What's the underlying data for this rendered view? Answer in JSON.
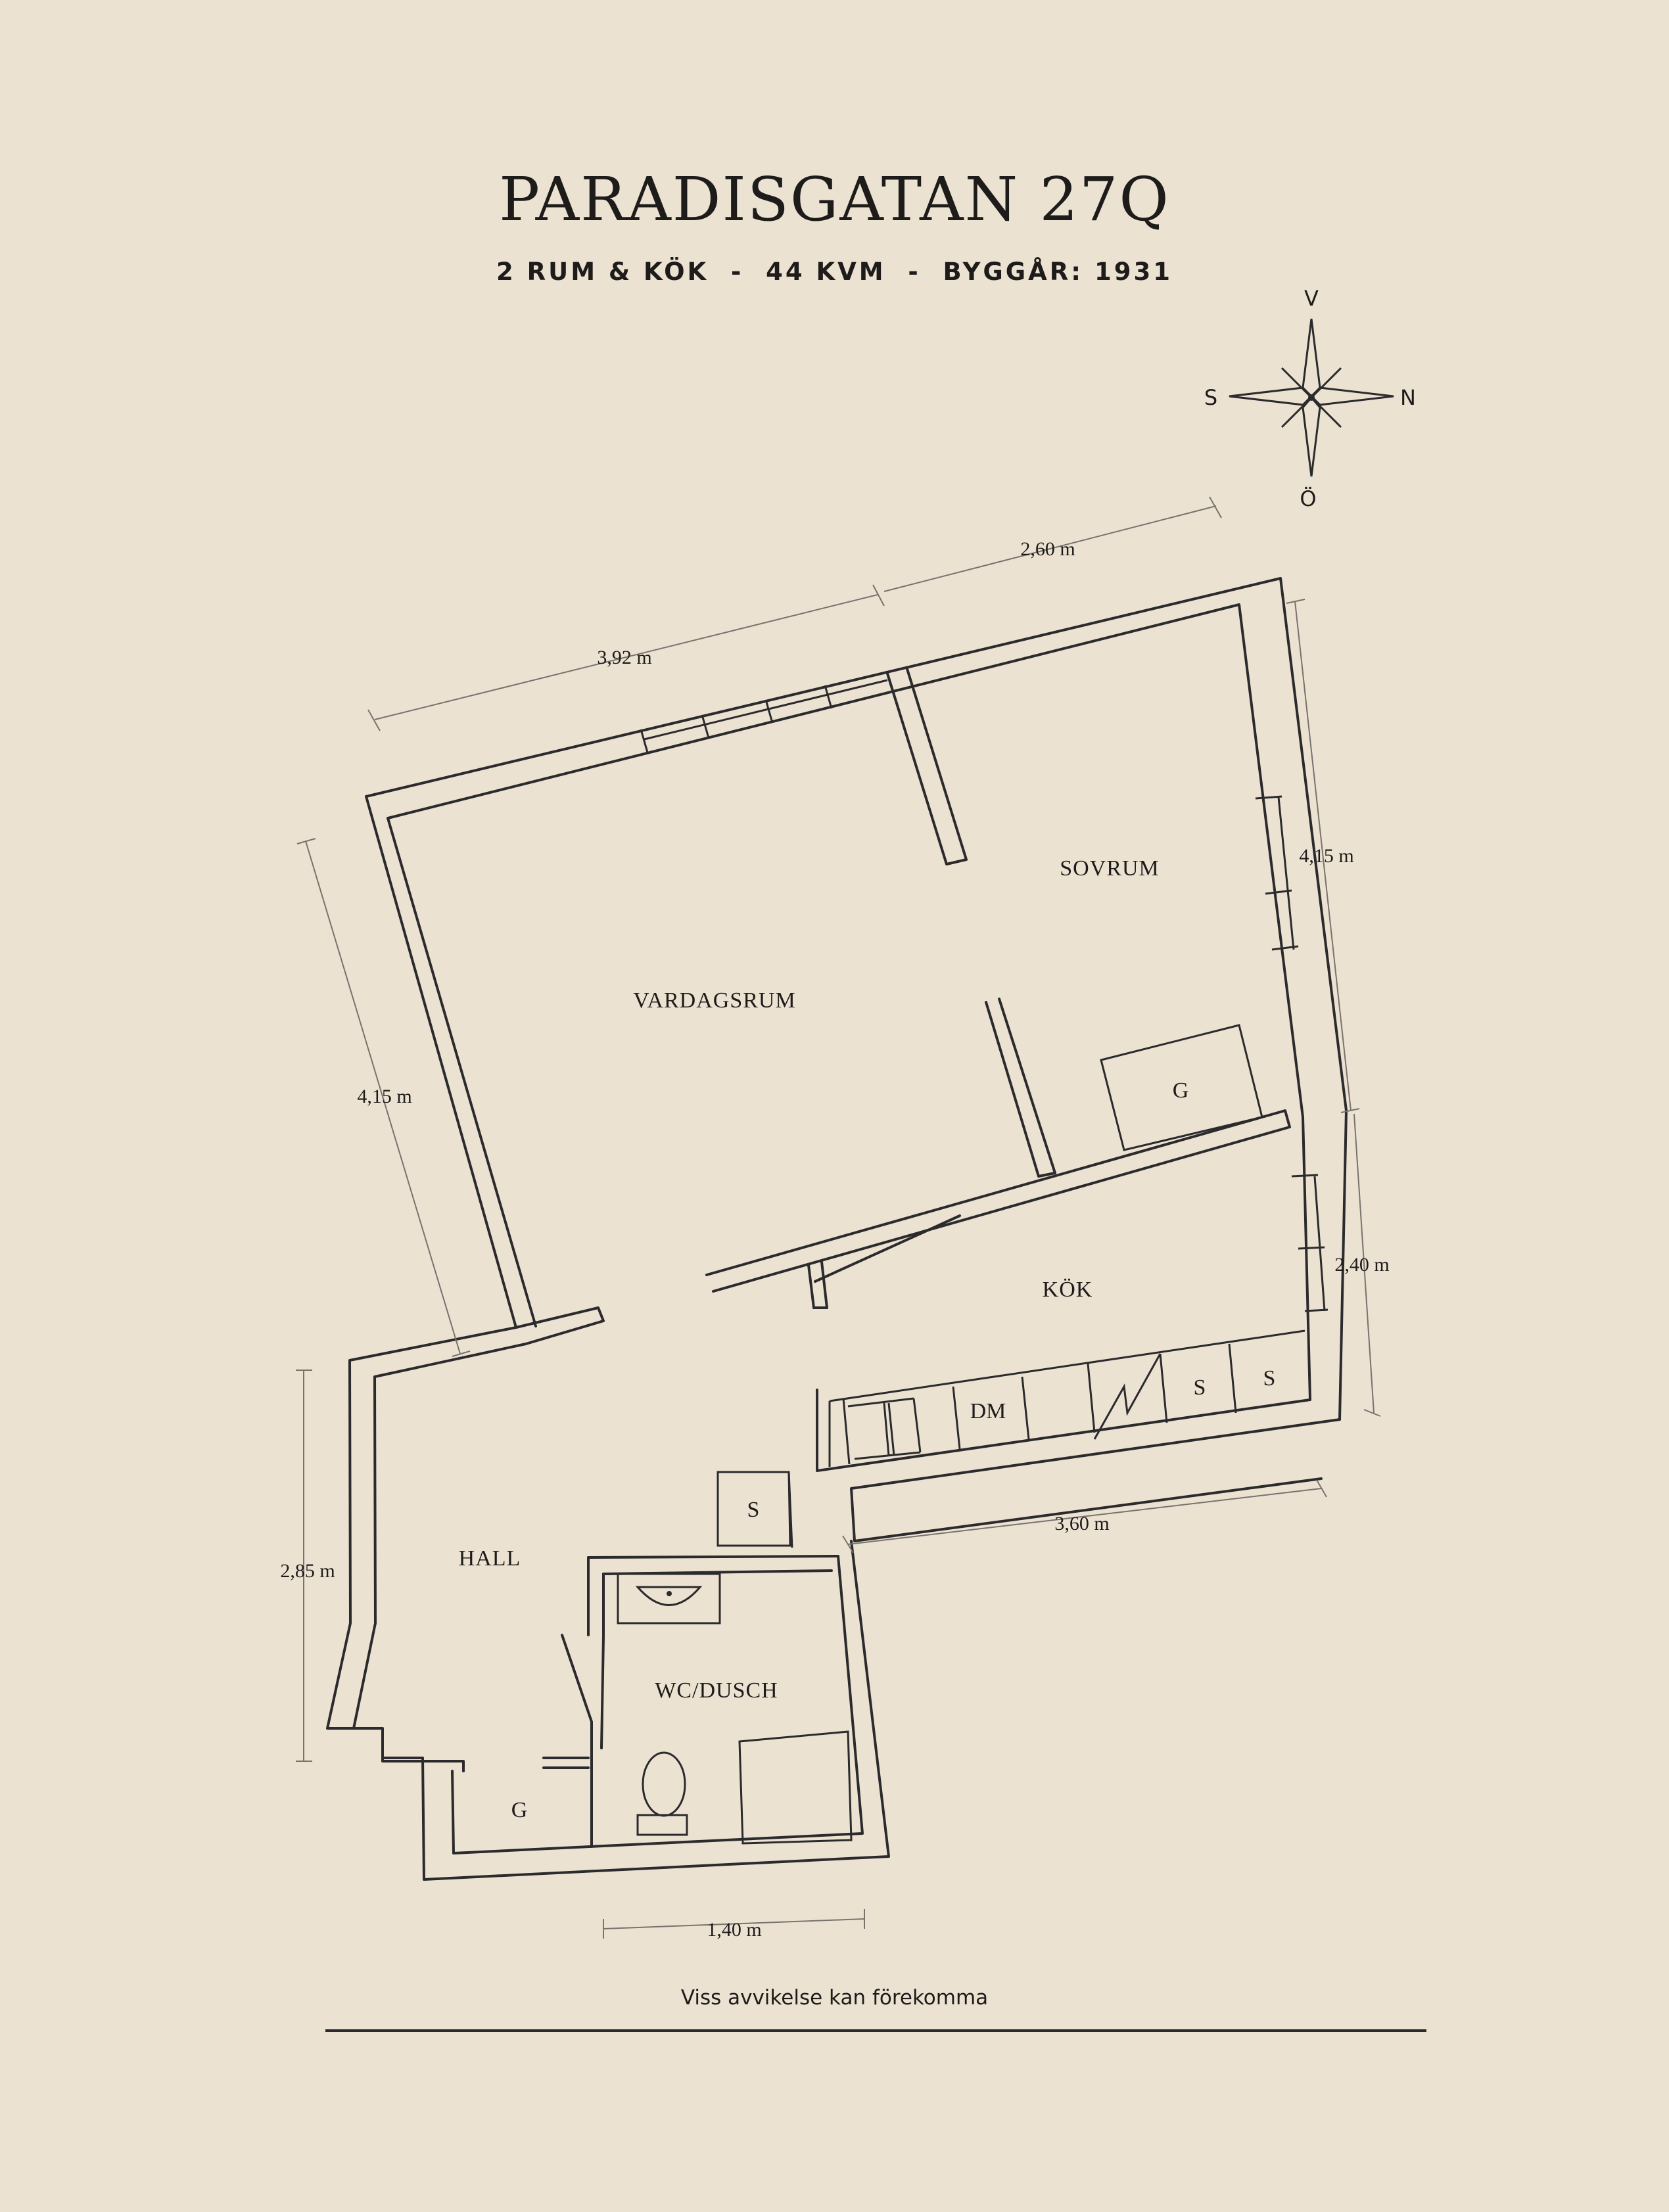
{
  "header": {
    "title": "PARADISGATAN 27Q",
    "subtitle": "2 RUM & KÖK  -  44 KVM  -  BYGGÅR: 1931"
  },
  "compass": {
    "top": "V",
    "bottom": "Ö",
    "left": "S",
    "right": "N"
  },
  "rooms": {
    "vardagsrum": "VARDAGSRUM",
    "sovrum": "SOVRUM",
    "kok": "KÖK",
    "hall": "HALL",
    "wc": "WC/DUSCH"
  },
  "fixtures": {
    "g_sovrum": "G",
    "g_hall": "G",
    "dm": "DM",
    "s_kok_1": "S",
    "s_kok_2": "S",
    "s_hall": "S"
  },
  "dimensions": {
    "top_left": "3,92 m",
    "top_right": "2,60 m",
    "right_upper": "4,15 m",
    "left": "4,15 m",
    "right_lower": "2,40 m",
    "kitchen_bottom": "3,60 m",
    "hall_left": "2,85 m",
    "bottom": "1,40 m"
  },
  "footer": {
    "disclaimer": "Viss avvikelse kan förekomma"
  },
  "colors": {
    "background": "#ebe2d2",
    "ink": "#1e1c1a",
    "wall": "#2b2a2c",
    "dimension_line": "#77736d"
  }
}
